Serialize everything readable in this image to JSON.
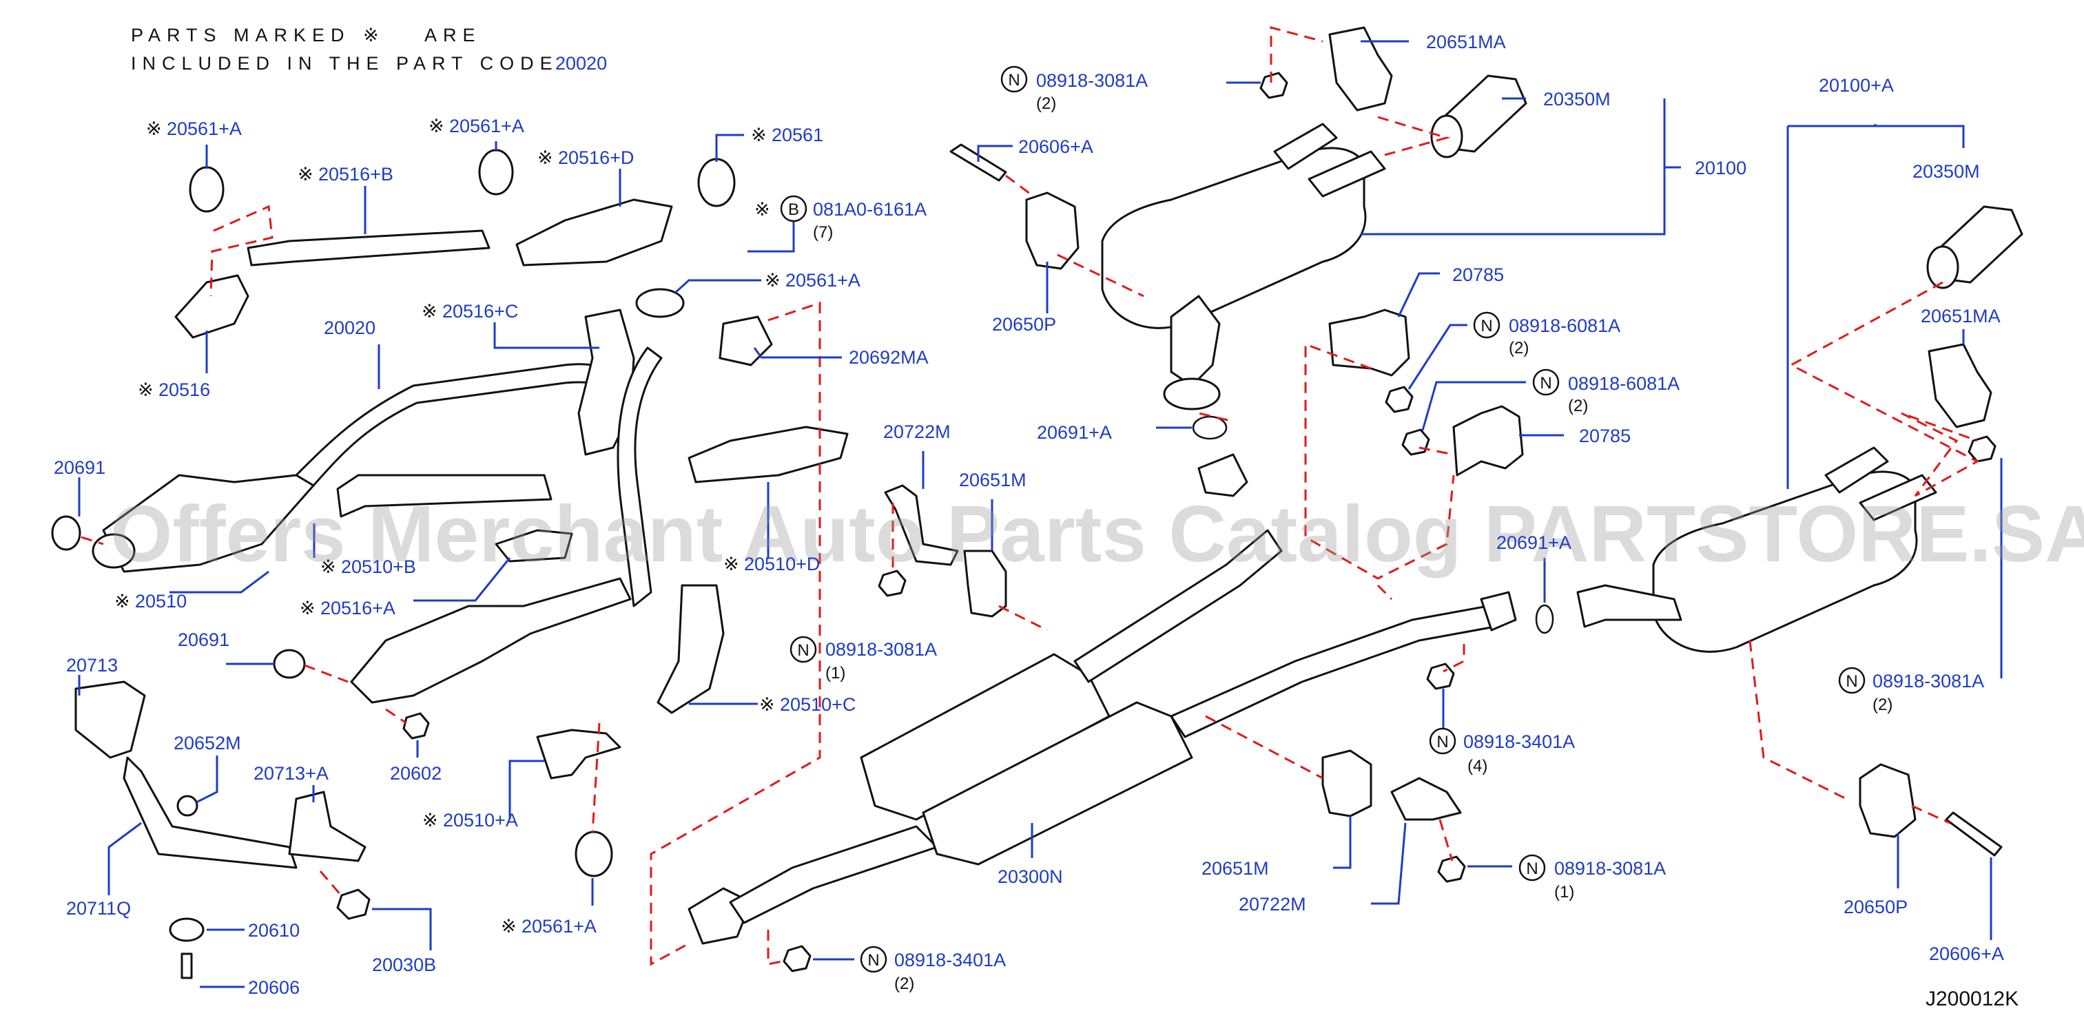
{
  "note": {
    "line1_a": "PARTS MARKED",
    "line1_b": "ARE",
    "line2": "INCLUDED IN THE PART CODE",
    "code": "20020",
    "mark_symbol": "※"
  },
  "watermark": "Offers Merchant Auto Parts Catalog PARTSTORE.SA",
  "diagram_ref": "J200012K",
  "labels": [
    {
      "id": "p_20561A_1",
      "mark": true,
      "text": "20561+A"
    },
    {
      "id": "p_20516B",
      "mark": true,
      "text": "20516+B"
    },
    {
      "id": "p_20561A_2",
      "mark": true,
      "text": "20561+A"
    },
    {
      "id": "p_20516D",
      "mark": true,
      "text": "20516+D"
    },
    {
      "id": "p_20561",
      "mark": true,
      "text": "20561"
    },
    {
      "id": "p_081A0",
      "mark": true,
      "circle": "B",
      "text": "081A0-6161A",
      "count": "(7)"
    },
    {
      "id": "p_20561A_3",
      "mark": true,
      "text": "20561+A"
    },
    {
      "id": "p_20516",
      "mark": true,
      "text": "20516"
    },
    {
      "id": "p_20516C",
      "mark": true,
      "text": "20516+C"
    },
    {
      "id": "p_20020",
      "mark": false,
      "text": "20020"
    },
    {
      "id": "p_20692MA",
      "mark": false,
      "text": "20692MA"
    },
    {
      "id": "p_20691_1",
      "mark": false,
      "text": "20691"
    },
    {
      "id": "p_20510B",
      "mark": true,
      "text": "20510+B"
    },
    {
      "id": "p_20510",
      "mark": true,
      "text": "20510"
    },
    {
      "id": "p_20516A",
      "mark": true,
      "text": "20516+A"
    },
    {
      "id": "p_20510D",
      "mark": true,
      "text": "20510+D"
    },
    {
      "id": "p_20691_2",
      "mark": false,
      "text": "20691"
    },
    {
      "id": "p_20713",
      "mark": false,
      "text": "20713"
    },
    {
      "id": "p_20652M",
      "mark": false,
      "text": "20652M"
    },
    {
      "id": "p_20713A",
      "mark": false,
      "text": "20713+A"
    },
    {
      "id": "p_20602",
      "mark": false,
      "text": "20602"
    },
    {
      "id": "p_20510C",
      "mark": true,
      "text": "20510+C"
    },
    {
      "id": "p_20510A",
      "mark": true,
      "text": "20510+A"
    },
    {
      "id": "p_20711Q",
      "mark": false,
      "text": "20711Q"
    },
    {
      "id": "p_20610",
      "mark": false,
      "text": "20610"
    },
    {
      "id": "p_20030B",
      "mark": false,
      "text": "20030B"
    },
    {
      "id": "p_20606",
      "mark": false,
      "text": "20606"
    },
    {
      "id": "p_20561A_4",
      "mark": true,
      "text": "20561+A"
    },
    {
      "id": "p_08918_3401A_1",
      "mark": false,
      "circle": "N",
      "text": "08918-3401A",
      "count": "(2)"
    },
    {
      "id": "p_20722M_1",
      "mark": false,
      "text": "20722M"
    },
    {
      "id": "p_20651M_1",
      "mark": false,
      "text": "20651M"
    },
    {
      "id": "p_08918_3081A_1",
      "mark": false,
      "circle": "N",
      "text": "08918-3081A",
      "count": "(1)"
    },
    {
      "id": "p_08918_3081A_2",
      "mark": false,
      "circle": "N",
      "text": "08918-3081A",
      "count": "(2)"
    },
    {
      "id": "p_20606A_1",
      "mark": false,
      "text": "20606+A"
    },
    {
      "id": "p_20650P_1",
      "mark": false,
      "text": "20650P"
    },
    {
      "id": "p_20691A_1",
      "mark": false,
      "text": "20691+A"
    },
    {
      "id": "p_20651MA_1",
      "mark": false,
      "text": "20651MA"
    },
    {
      "id": "p_20350M_1",
      "mark": false,
      "text": "20350M"
    },
    {
      "id": "p_20100",
      "mark": false,
      "text": "20100"
    },
    {
      "id": "p_20785_1",
      "mark": false,
      "text": "20785"
    },
    {
      "id": "p_08918_6081A_1",
      "mark": false,
      "circle": "N",
      "text": "08918-6081A",
      "count": "(2)"
    },
    {
      "id": "p_08918_6081A_2",
      "mark": false,
      "circle": "N",
      "text": "08918-6081A",
      "count": "(2)"
    },
    {
      "id": "p_20785_2",
      "mark": false,
      "text": "20785"
    },
    {
      "id": "p_20691A_2",
      "mark": false,
      "text": "20691+A"
    },
    {
      "id": "p_20300N",
      "mark": false,
      "text": "20300N"
    },
    {
      "id": "p_08918_3401A_2",
      "mark": false,
      "circle": "N",
      "text": "08918-3401A",
      "count": "(4)"
    },
    {
      "id": "p_20651M_2",
      "mark": false,
      "text": "20651M"
    },
    {
      "id": "p_20722M_2",
      "mark": false,
      "text": "20722M"
    },
    {
      "id": "p_08918_3081A_3",
      "mark": false,
      "circle": "N",
      "text": "08918-3081A",
      "count": "(1)"
    },
    {
      "id": "p_20100A",
      "mark": false,
      "text": "20100+A"
    },
    {
      "id": "p_20350M_2",
      "mark": false,
      "text": "20350M"
    },
    {
      "id": "p_20651MA_2",
      "mark": false,
      "text": "20651MA"
    },
    {
      "id": "p_08918_3081A_4",
      "mark": false,
      "circle": "N",
      "text": "08918-3081A",
      "count": "(2)"
    },
    {
      "id": "p_20650P_2",
      "mark": false,
      "text": "20650P"
    },
    {
      "id": "p_20606A_2",
      "mark": false,
      "text": "20606+A"
    }
  ]
}
